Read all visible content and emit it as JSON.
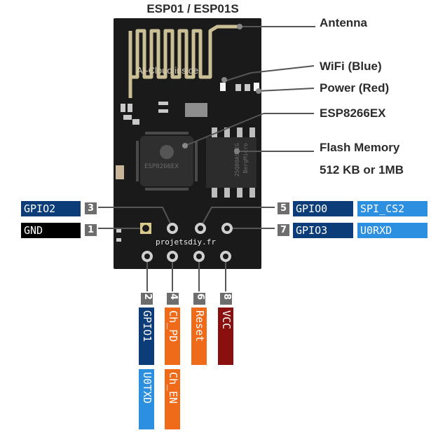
{
  "title": "ESP01 / ESP01S",
  "board_silkscreen": "AI-Cloud inside",
  "chip_markings": {
    "esp_chip": "ESP8266EX",
    "flash_chip_line1": "BergMicro",
    "flash_chip_line2": "25Q80ASSIG"
  },
  "watermark": "projetsdiy.fr",
  "callouts": {
    "antenna": "Antenna",
    "wifi_led": "WiFi (Blue)",
    "power_led": "Power (Red)",
    "esp_chip": "ESP8266EX",
    "flash_memory": "Flash Memory",
    "flash_size": "512 KB or 1MB"
  },
  "pins": {
    "p1": {
      "number": "1",
      "name": "GND"
    },
    "p2": {
      "number": "2",
      "name": "GPIO1",
      "alt": "U0TXD"
    },
    "p3": {
      "number": "3",
      "name": "GPIO2"
    },
    "p4": {
      "number": "4",
      "name": "Ch_PD",
      "alt": "Ch_EN"
    },
    "p5": {
      "number": "5",
      "name": "GPIO0",
      "alt": "SPI_CS2"
    },
    "p6": {
      "number": "6",
      "name": "Reset"
    },
    "p7": {
      "number": "7",
      "name": "GPIO3",
      "alt": "U0RXD"
    },
    "p8": {
      "number": "8",
      "name": "VCC"
    }
  },
  "colors": {
    "board": "#1a1a1a",
    "antenna_trace": "#cbbf96",
    "gpio_dark_blue": "#0d3d78",
    "gpio_light_blue": "#2d8fe0",
    "ground_black": "#000000",
    "chip_enable_orange": "#ef6b1a",
    "vcc_dark_red": "#8a0f0f",
    "number_badge_gray": "#6d6d6d"
  }
}
